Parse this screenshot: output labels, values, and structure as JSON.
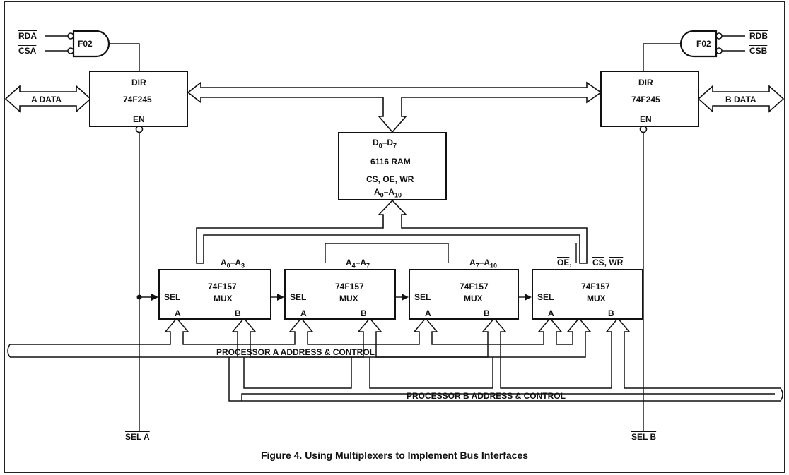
{
  "figure": {
    "caption": "Figure 4.  Using Multiplexers to Implement Bus Interfaces"
  },
  "transceivers": {
    "left": {
      "dir": "DIR",
      "part": "74F245",
      "en": "EN",
      "bus": "A DATA"
    },
    "right": {
      "dir": "DIR",
      "part": "74F245",
      "en": "EN",
      "bus": "B DATA"
    }
  },
  "gates": {
    "left": {
      "label": "F02",
      "in1": "RDA",
      "in2": "CSA"
    },
    "right": {
      "label": "F02",
      "in1": "RDB",
      "in2": "CSB"
    }
  },
  "ram": {
    "data": "D0–D7",
    "part": "6116 RAM",
    "ctrl": "CS, OE, WR",
    "addr": "A0–A10"
  },
  "muxes": [
    {
      "part": "74F157",
      "type": "MUX",
      "sel": "SEL",
      "a": "A",
      "b": "B",
      "out": "A0–A3"
    },
    {
      "part": "74F157",
      "type": "MUX",
      "sel": "SEL",
      "a": "A",
      "b": "B",
      "out": "A4–A7"
    },
    {
      "part": "74F157",
      "type": "MUX",
      "sel": "SEL",
      "a": "A",
      "b": "B",
      "out": "A7–A10"
    },
    {
      "part": "74F157",
      "type": "MUX",
      "sel": "SEL",
      "a": "A",
      "b": "B",
      "out1": "OE,",
      "out2": "CS, WR"
    }
  ],
  "buses": {
    "proc_a": "PROCESSOR A ADDRESS & CONTROL",
    "proc_b": "PROCESSOR B ADDRESS & CONTROL"
  },
  "selects": {
    "a": "SEL A",
    "b": "SEL B"
  }
}
